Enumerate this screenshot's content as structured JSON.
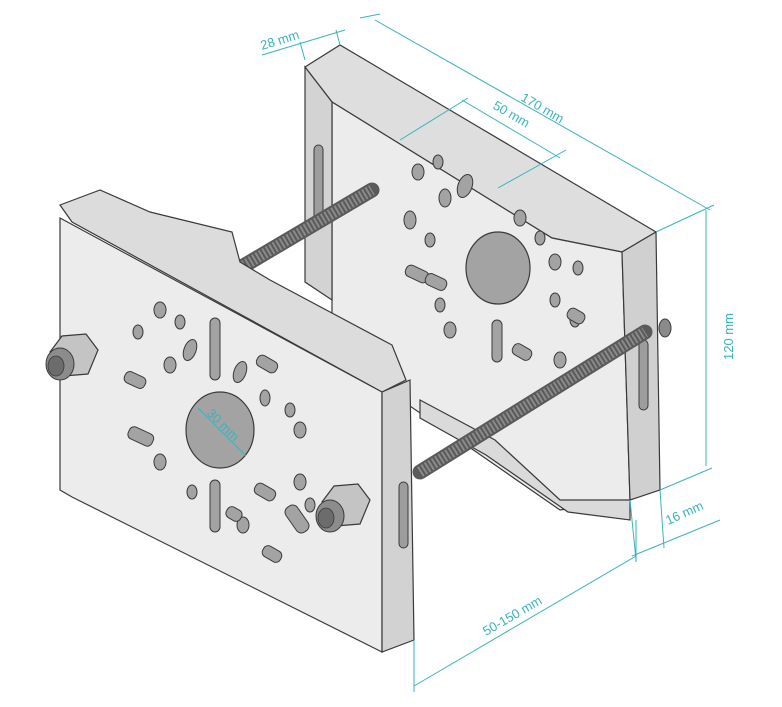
{
  "colors": {
    "dimension": "#3ab3be",
    "outline": "#3a3a3a",
    "plate_front": "#e9e9e9",
    "plate_top": "#dcdcdc",
    "plate_edge": "#c9c9c9",
    "hole": "#9a9a9a",
    "rod": "#6a6a6a",
    "background": "#ffffff"
  },
  "dimensions": {
    "length": "170 mm",
    "flange_depth": "28 mm",
    "slot_spacing": "50 mm",
    "hole_diameter": "30 mm",
    "height": "120 mm",
    "thickness": "16 mm",
    "pole_range": "50-150  mm"
  },
  "components": {
    "front_plate": "front mounting plate",
    "back_plate": "back mounting plate",
    "threaded_rods": 2,
    "nuts": 2
  }
}
